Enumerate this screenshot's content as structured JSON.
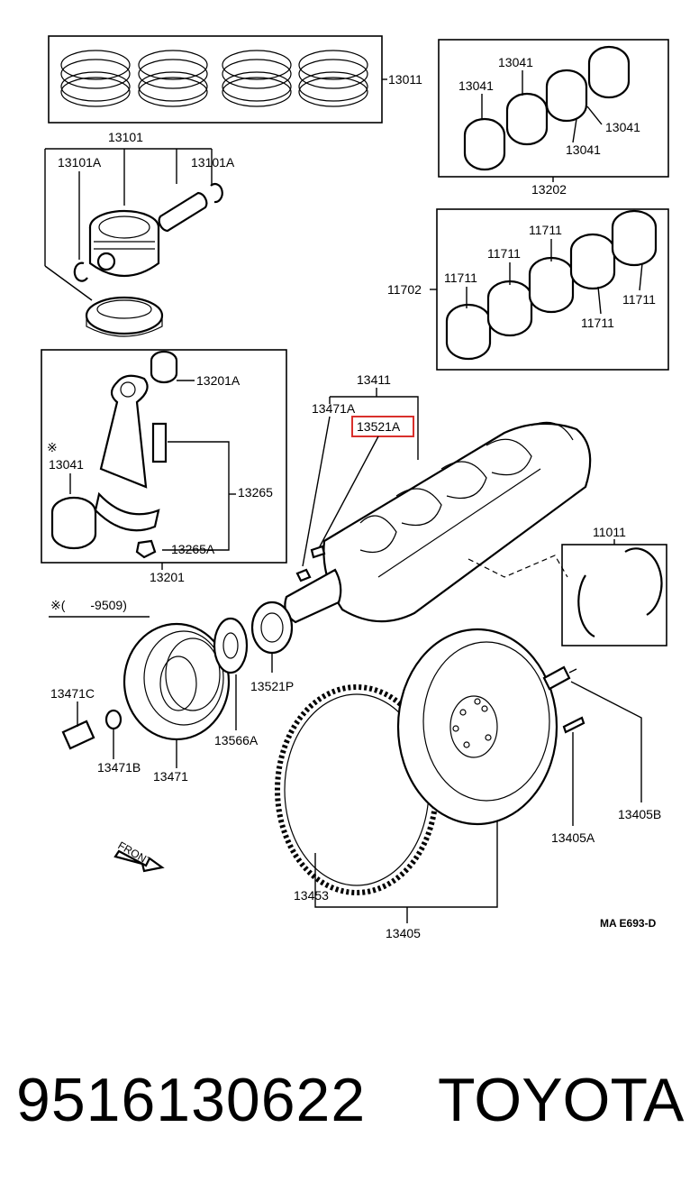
{
  "diagram": {
    "labels": {
      "l13011": "13011",
      "l13101": "13101",
      "l13101a_left": "13101A",
      "l13101a_right": "13101A",
      "l13041_tl": "13041",
      "l13041_tc": "13041",
      "l13041_tr": "13041",
      "l13041_br": "13041",
      "l13202": "13202",
      "l11711_a": "11711",
      "l11711_b": "11711",
      "l11711_c": "11711",
      "l11711_d": "11711",
      "l11711_e": "11711",
      "l11702": "11702",
      "l13201a": "13201A",
      "l13041_rod": "13041",
      "l13265": "13265",
      "l13265a": "13265A",
      "l13201": "13201",
      "l13411": "13411",
      "l13471a": "13471A",
      "l13521a": "13521A",
      "l11011": "11011",
      "note_mark": "※(　　-9509)",
      "star_mark": "※",
      "l13471c": "13471C",
      "l13471b": "13471B",
      "l13471": "13471",
      "l13566a": "13566A",
      "l13521p": "13521P",
      "l13453": "13453",
      "l13405": "13405",
      "l13405a": "13405A",
      "l13405b": "13405B",
      "front": "FRONT",
      "ref_code": "MA  E693-D"
    },
    "highlight_color": "#d9302c"
  },
  "footer": {
    "part_number": "9516130622",
    "brand": "TOYOTA"
  }
}
